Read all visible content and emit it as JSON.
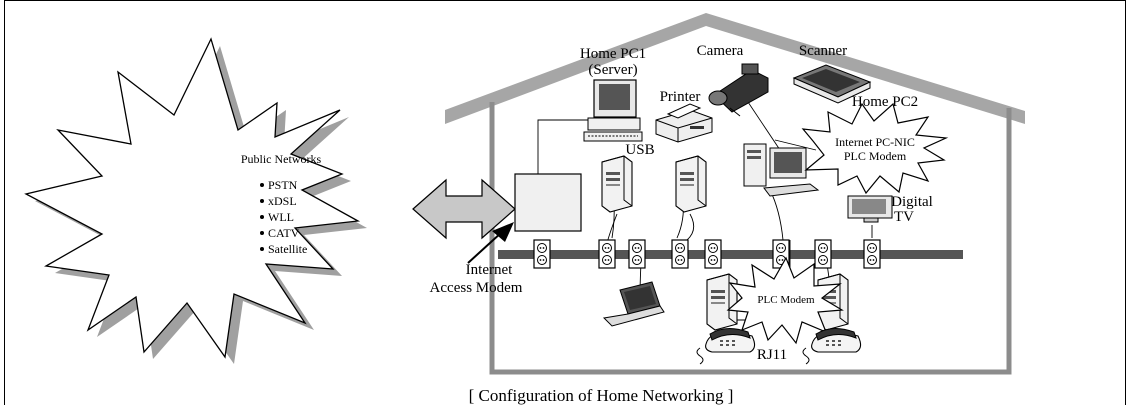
{
  "public_networks": {
    "title": "Public Networks",
    "items": [
      "PSTN",
      "xDSL",
      "WLL",
      "CATV",
      "Satellite"
    ]
  },
  "devices": {
    "home_pc1_line1": "Home PC1",
    "home_pc1_line2": "(Server)",
    "camera": "Camera",
    "scanner": "Scanner",
    "printer": "Printer",
    "home_pc2": "Home PC2",
    "usb": "USB",
    "digital_tv_line1": "Digital",
    "digital_tv_line2": "TV",
    "rj11": "RJ11"
  },
  "bursts": {
    "pc_nic_line1": "Internet PC-NIC",
    "pc_nic_line2": "PLC Modem",
    "plc_modem": "PLC Modem"
  },
  "modem": {
    "line1": "Internet",
    "line2": "Access Modem"
  },
  "caption": "[ Configuration of Home Networking ]"
}
